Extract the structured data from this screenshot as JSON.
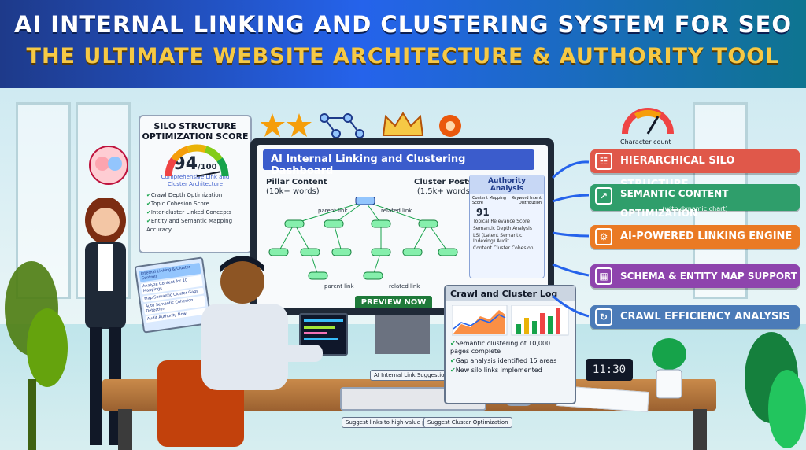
{
  "banner": {
    "title": "AI INTERNAL LINKING AND CLUSTERING SYSTEM FOR SEO",
    "subtitle": "THE ULTIMATE WEBSITE ARCHITECTURE & AUTHORITY TOOL"
  },
  "score_card": {
    "heading_line1": "SILO STRUCTURE",
    "heading_line2": "OPTIMIZATION SCORE",
    "score": "94",
    "score_max": "/100",
    "score_value": 94,
    "sub_line1": "Comprehensive Link and",
    "sub_line2": "Cluster Architecture",
    "items": [
      "Crawl Depth Optimization",
      "Topic Cohesion Score",
      "Inter-cluster Linked Concepts",
      "Entity and Semantic Mapping Accuracy"
    ]
  },
  "dashboard": {
    "title": "AI Internal Linking and Clustering Dashboard",
    "pillar_label": "Pillar Content",
    "pillar_sub": "(10k+ words)",
    "cluster_label": "Cluster Posts",
    "cluster_sub": "(1.5k+ words)",
    "parent_link": "parent link",
    "related_link": "related link",
    "preview_button": "PREVIEW NOW",
    "authority": {
      "title_line1": "Authority",
      "title_line2": "Analysis",
      "metric1": "Content Mapping Score",
      "metric2": "Keyword Intent Distribution",
      "score": "91",
      "rows": [
        "Topical Relevance Score",
        "Semantic Depth Analysis",
        "LSI (Latent Semantic Indexing) Audit",
        "Content Cluster Cohesion"
      ]
    }
  },
  "tablet": {
    "title": "Internal Linking & Cluster Controls",
    "items": [
      "Analyze Content for 10 Mappings",
      "Map Semantic Cluster Gaps",
      "Auto Semantic Cohesion Detection",
      "Audit Authority Now"
    ]
  },
  "features": [
    {
      "label": "HIERARCHICAL SILO STRUCTURE",
      "color": "#e0584a",
      "icon": "hierarchy-icon"
    },
    {
      "label": "SEMANTIC CONTENT OPTIMIZATION",
      "sub": "(with dynamic chart)",
      "color": "#2f9e6b",
      "icon": "chart-line-icon"
    },
    {
      "label": "AI-POWERED LINKING ENGINE",
      "color": "#ea7a24",
      "icon": "engine-icon"
    },
    {
      "label": "SCHEMA & ENTITY MAP SUPPORT",
      "color": "#8e44ad",
      "icon": "schema-icon"
    },
    {
      "label": "CRAWL EFFICIENCY ANALYSIS",
      "color": "#4b7bb8",
      "icon": "crawl-icon"
    }
  ],
  "gauge": {
    "label": "Character count"
  },
  "log": {
    "title": "Crawl and Cluster Log",
    "items": [
      "Semantic clustering of 10,000 pages complete",
      "Gap analysis identified 15 areas",
      "New silo links implemented"
    ]
  },
  "desk_labels": {
    "suggestions_panel": "AI Internal Link Suggestions Panel",
    "suggest_links": "Suggest links to high-value pages",
    "suggest_cluster": "Suggest Cluster Optimization"
  },
  "clock": {
    "time": "11:30"
  }
}
